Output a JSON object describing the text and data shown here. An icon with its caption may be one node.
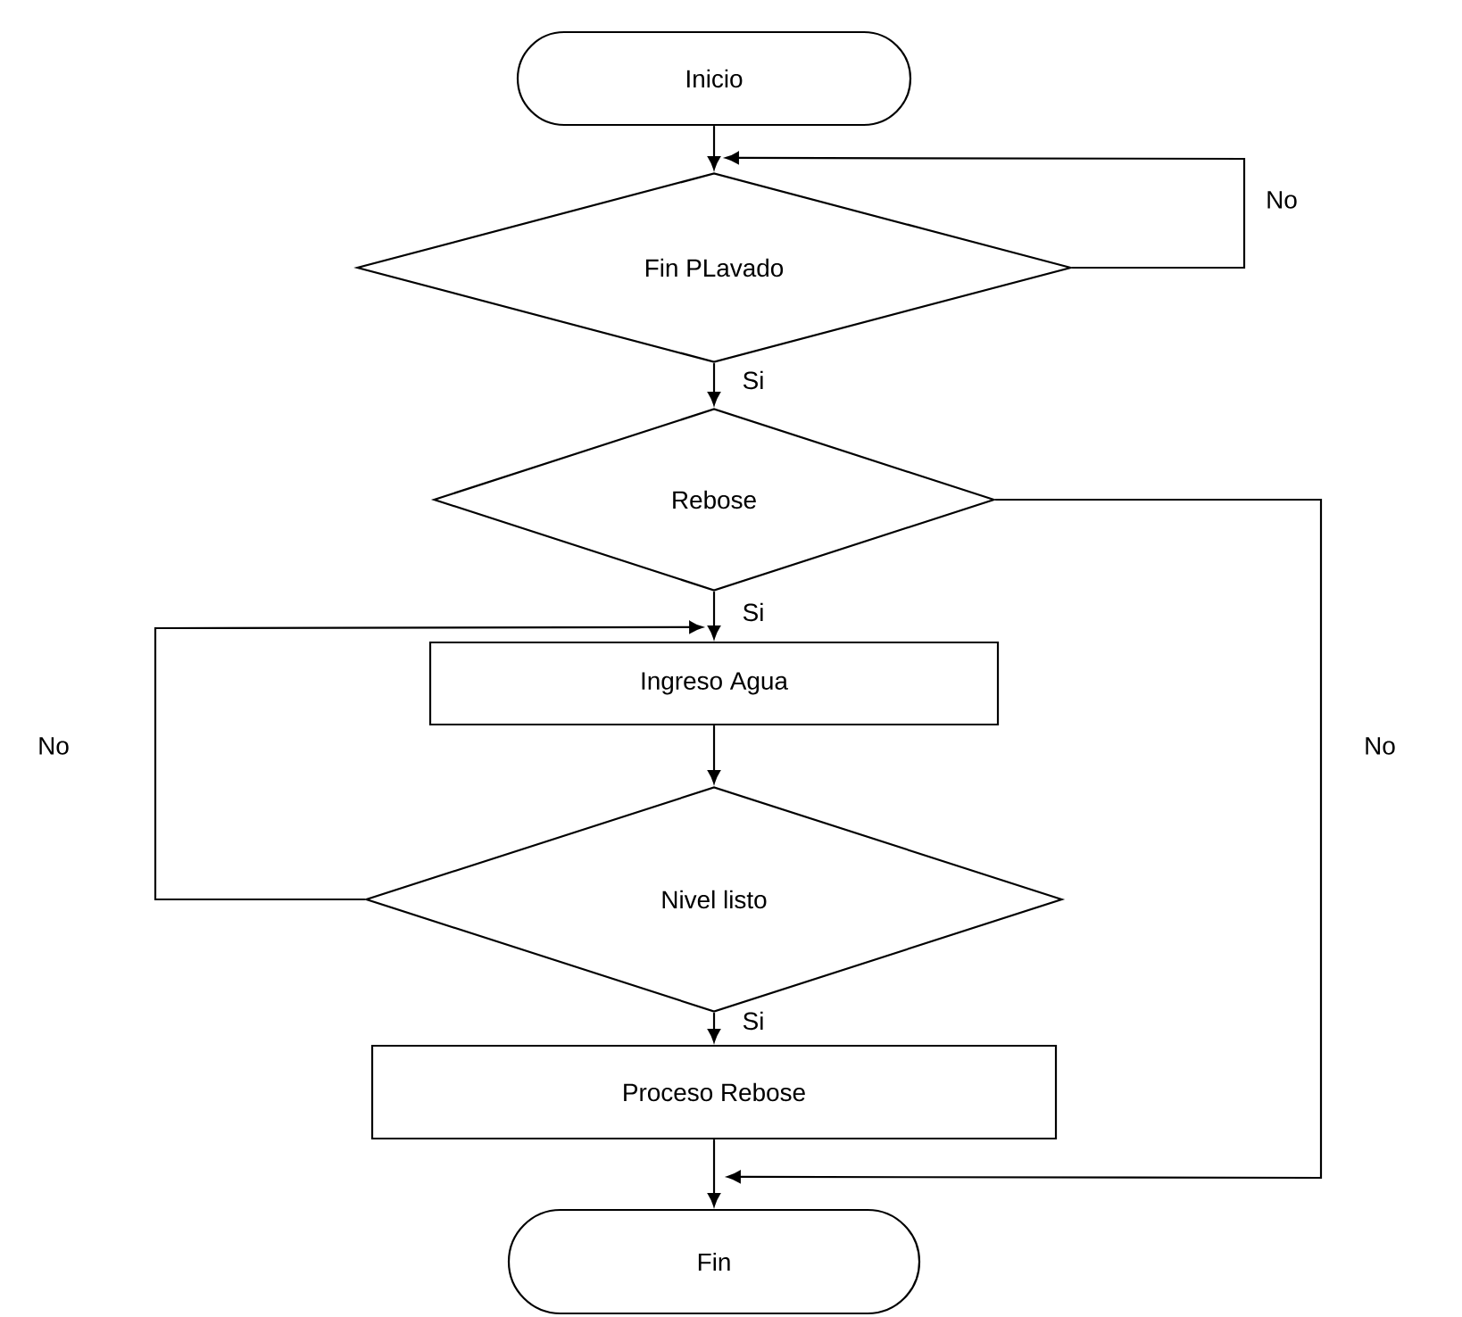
{
  "diagram": {
    "nodes": [
      {
        "text": [
          "Inicio"
        ]
      },
      {
        "text": [
          "Fin PLavado"
        ]
      },
      {
        "text": [
          "Rebose"
        ]
      },
      {
        "text": [
          "Ingreso Agua"
        ]
      },
      {
        "text": [
          "Nivel listo"
        ]
      },
      {
        "text": [
          "Proceso Rebose"
        ]
      },
      {
        "text": [
          "Fin"
        ]
      }
    ],
    "edges": [
      {
        "from": 0,
        "to": 1,
        "arrow": "to"
      },
      {
        "from": 1,
        "to": 1,
        "arrow": "to",
        "label": "No"
      },
      {
        "from": 1,
        "to": 2,
        "arrow": "to",
        "label": "Si"
      },
      {
        "from": 2,
        "to": 3,
        "arrow": "to",
        "label": "Si"
      },
      {
        "from": 2,
        "to": 6,
        "arrow": "to",
        "label": "No"
      },
      {
        "from": 3,
        "to": 4,
        "arrow": "to"
      },
      {
        "from": 4,
        "to": 3,
        "arrow": "to",
        "label": "No"
      },
      {
        "from": 4,
        "to": 5,
        "arrow": "to",
        "label": "Si"
      },
      {
        "from": 5,
        "to": 6,
        "arrow": "to"
      }
    ]
  }
}
